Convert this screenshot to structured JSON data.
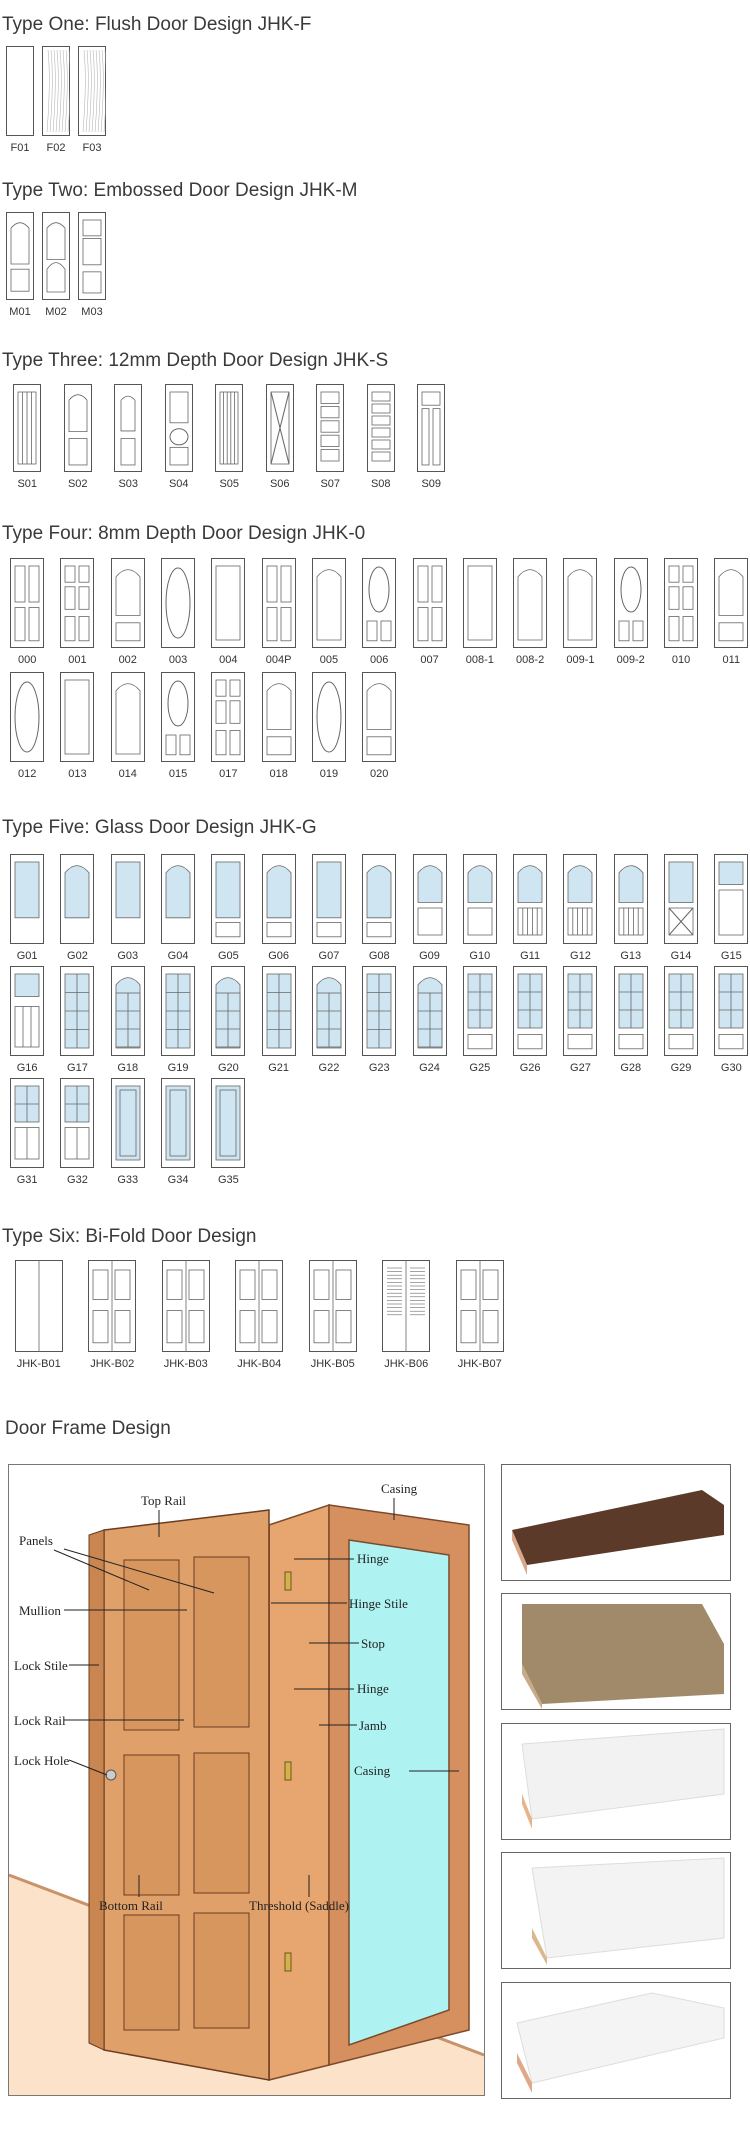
{
  "sections": [
    {
      "title": "Type One: Flush Door Design JHK-F",
      "codes": [
        "F01",
        "F02",
        "F03"
      ]
    },
    {
      "title": "Type Two: Embossed Door Design JHK-M",
      "codes": [
        "M01",
        "M02",
        "M03"
      ]
    },
    {
      "title": "Type Three: 12mm Depth Door Design JHK-S",
      "codes": [
        "S01",
        "S02",
        "S03",
        "S04",
        "S05",
        "S06",
        "S07",
        "S08",
        "S09"
      ]
    },
    {
      "title": "Type Four: 8mm Depth Door Design JHK-0",
      "codes": [
        "000",
        "001",
        "002",
        "003",
        "004",
        "004P",
        "005",
        "006",
        "007",
        "008-1",
        "008-2",
        "009-1",
        "009-2",
        "010",
        "011",
        "012",
        "013",
        "014",
        "015",
        "017",
        "018",
        "019",
        "020"
      ]
    },
    {
      "title": "Type Five: Glass Door Design JHK-G",
      "codes": [
        "G01",
        "G02",
        "G03",
        "G04",
        "G05",
        "G06",
        "G07",
        "G08",
        "G09",
        "G10",
        "G11",
        "G12",
        "G13",
        "G14",
        "G15",
        "G16",
        "G17",
        "G18",
        "G19",
        "G20",
        "G21",
        "G22",
        "G23",
        "G24",
        "G25",
        "G26",
        "G27",
        "G28",
        "G29",
        "G30",
        "G31",
        "G32",
        "G33",
        "G34",
        "G35"
      ]
    },
    {
      "title": "Type Six: Bi-Fold Door Design",
      "codes": [
        "JHK-B01",
        "JHK-B02",
        "JHK-B03",
        "JHK-B04",
        "JHK-B05",
        "JHK-B06",
        "JHK-B07"
      ]
    }
  ],
  "frame": {
    "title": "Door Frame Design",
    "labels": {
      "top_rail": "Top Rail",
      "casing_top": "Casing",
      "panels": "Panels",
      "hinge1": "Hinge",
      "mullion": "Mullion",
      "hinge_stile": "Hinge Stile",
      "stop": "Stop",
      "lock_stile": "Lock Stile",
      "hinge2": "Hinge",
      "lock_rail": "Lock Rail",
      "jamb": "Jamb",
      "lock_hole": "Lock Hole",
      "casing_side": "Casing",
      "bottom_rail": "Bottom Rail",
      "threshold": "Threshold (Saddle)"
    }
  },
  "colors": {
    "door_wood": "#e0a069",
    "glass": "#cfe6f2",
    "line": "#555555",
    "opening": "#aef3f2"
  }
}
